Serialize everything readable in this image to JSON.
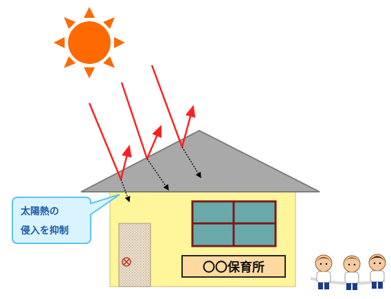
{
  "callout": {
    "line1": "太陽熱の",
    "line2": "侵入を抑制"
  },
  "sign": {
    "label": "〇〇保育所"
  },
  "colors": {
    "sun": "#ff6a00",
    "ray": "#ff1f1f",
    "roof": "#a9a9a9",
    "wall": "#fff59a",
    "callout_fill": "#d9f4ff",
    "callout_border": "#5bc3ef",
    "window": "#6aa9a9",
    "window_frame": "#7a1a1a",
    "sign_fill": "#ffd9a0"
  },
  "icons": {
    "sun": "sun-icon",
    "door_vent": "circled-x-icon",
    "children": "children-illustration"
  }
}
